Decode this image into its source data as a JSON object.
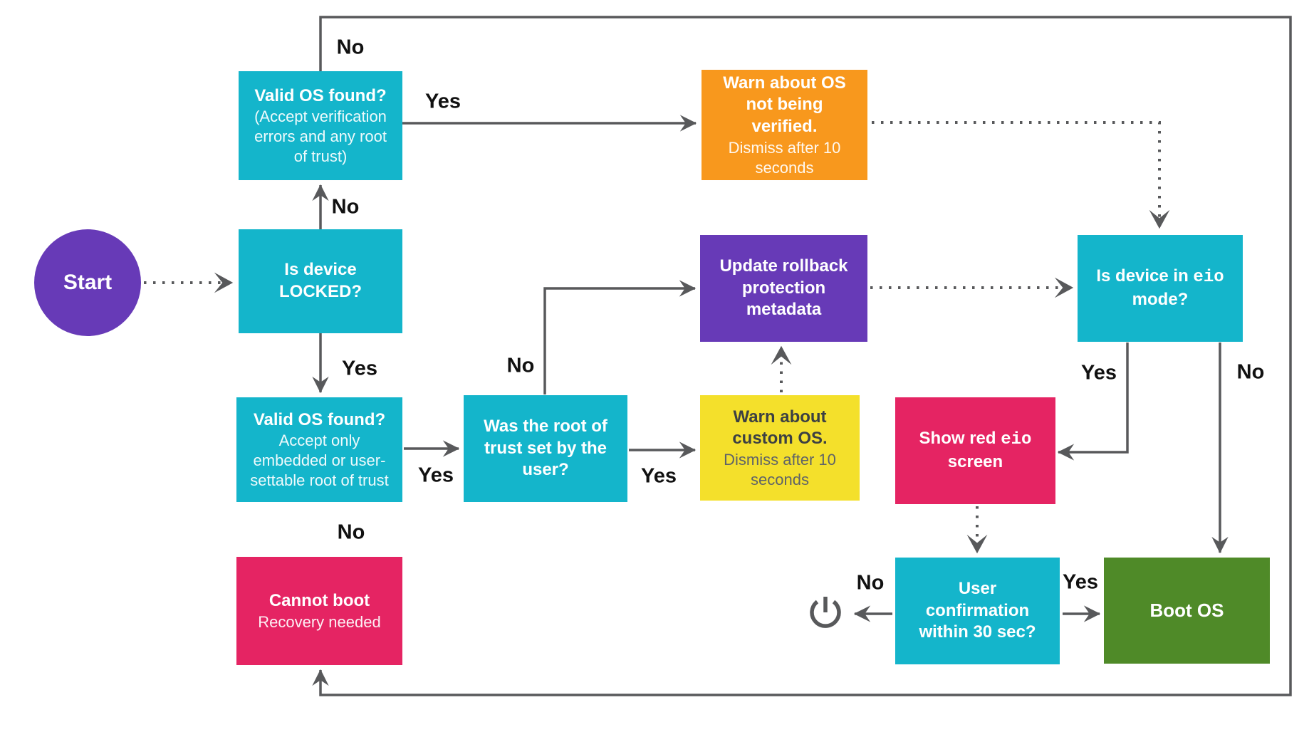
{
  "diagram": {
    "type": "flowchart",
    "topic": "Verified boot decision flow"
  },
  "colors": {
    "cyan": "#14B5CB",
    "purple": "#673AB7",
    "orange": "#F8981D",
    "yellow": "#F4E02B",
    "pink": "#E52463",
    "green": "#4F8A28",
    "line": "#58595B",
    "label_text": "#111111"
  },
  "nodes": {
    "start": {
      "label": "Start"
    },
    "valid_os_top": {
      "title": "Valid OS found?",
      "subtitle": "(Accept verification errors and any root of trust)"
    },
    "warn_not_verified": {
      "title": "Warn about OS not being verified.",
      "subtitle": "Dismiss after 10 seconds"
    },
    "is_locked": {
      "title": "Is device LOCKED?"
    },
    "update_rollback": {
      "title": "Update rollback protection metadata"
    },
    "is_eio": {
      "pre": "Is device in ",
      "mono": "eio",
      "post": " mode?"
    },
    "valid_os_locked": {
      "title": "Valid OS found?",
      "subtitle": "Accept only embedded or user-settable root of trust"
    },
    "root_of_trust": {
      "title": "Was the root of trust set by the user?"
    },
    "warn_custom": {
      "title": "Warn about custom OS.",
      "subtitle": "Dismiss after 10 seconds"
    },
    "show_red": {
      "pre": "Show red ",
      "mono": "eio",
      "post": " screen"
    },
    "cannot_boot": {
      "title": "Cannot boot",
      "subtitle": "Recovery needed"
    },
    "user_confirmation": {
      "title": "User confirmation within 30 sec?"
    },
    "boot_os": {
      "title": "Boot OS"
    }
  },
  "labels": {
    "yes": "Yes",
    "no": "No"
  },
  "icons": {
    "power": "power-icon"
  }
}
